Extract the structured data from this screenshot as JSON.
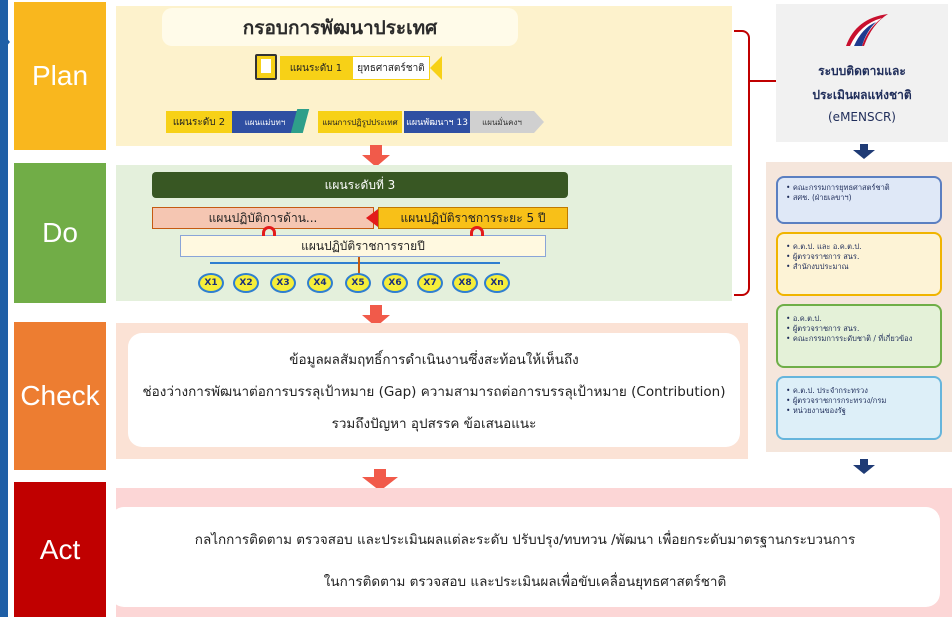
{
  "stages": {
    "plan": "Plan",
    "do": "Do",
    "check": "Check",
    "act": "Act"
  },
  "plan": {
    "title": "กรอบการพัฒนาประเทศ",
    "level1": "แผนระดับ 1",
    "national_strategy": "ยุทธศาสตร์ชาติ",
    "level2": "แผนระดับ 2",
    "master_plan": "แผนแม่บทฯ",
    "reform_plan": "แผนการปฏิรูปประเทศ",
    "dev_plan": "แผนพัฒนาฯ 13",
    "security_plan": "แผนมั่นคงฯ"
  },
  "do": {
    "level3": "แผนระดับที่ 3",
    "action_plan": "แผนปฏิบัติการด้าน...",
    "gov_5yr": "แผนปฏิบัติราชการระยะ 5 ปี",
    "annual": "แผนปฏิบัติราชการรายปี",
    "nodes": [
      "X1",
      "X2",
      "X3",
      "X4",
      "X5",
      "X6",
      "X7",
      "X8",
      "Xn"
    ]
  },
  "check": {
    "line1": "ข้อมูลผลสัมฤทธิ์การดำเนินงานซึ่งสะท้อนให้เห็นถึง",
    "line2": "ช่องว่างการพัฒนาต่อการบรรลุเป้าหมาย (Gap) ความสามารถต่อการบรรลุเป้าหมาย (Contribution)",
    "line3": "รวมถึงปัญหา อุปสรรค ข้อเสนอแนะ"
  },
  "act": {
    "line1": "กลไกการติดตาม ตรวจสอบ และประเมินผลแต่ละระดับ ปรับปรุง/ทบทวน /พัฒนา เพื่อยกระดับมาตรฐานกระบวนการ",
    "line2": "ในการติดตาม ตรวจสอบ และประเมินผลเพื่อขับเคลื่อนยุทธศาสตร์ชาติ"
  },
  "emenscr": {
    "line1": "ระบบติดตามและ",
    "line2": "ประเมินผลแห่งชาติ",
    "line3": "(eMENSCR)"
  },
  "responsible": [
    {
      "color": "#dfe8f7",
      "border": "#5b7fc1",
      "items": [
        "คณะกรรมการยุทธศาสตร์ชาติ",
        "สศช. (ฝ่ายเลขาฯ)"
      ]
    },
    {
      "color": "#fdf3d6",
      "border": "#f0b400",
      "items": [
        "ค.ต.ป. และ อ.ค.ต.ป.",
        "ผู้ตรวจราชการ สนร.",
        "สำนักงบประมาณ"
      ]
    },
    {
      "color": "#e4f1d8",
      "border": "#6fae48",
      "items": [
        "อ.ค.ต.ป.",
        "ผู้ตรวจราชการ สนร.",
        "คณะกรรมการระดับชาติ / ที่เกี่ยวข้อง"
      ]
    },
    {
      "color": "#ddeff8",
      "border": "#66b5dc",
      "items": [
        "ค.ต.ป. ประจำกระทรวง",
        "ผู้ตรวจราชการกระทรวง/กรม",
        "หน่วยงานของรัฐ"
      ]
    }
  ],
  "colors": {
    "plan": "#f9b71e",
    "do": "#71ad47",
    "check": "#ed7d31",
    "act": "#c00000"
  }
}
